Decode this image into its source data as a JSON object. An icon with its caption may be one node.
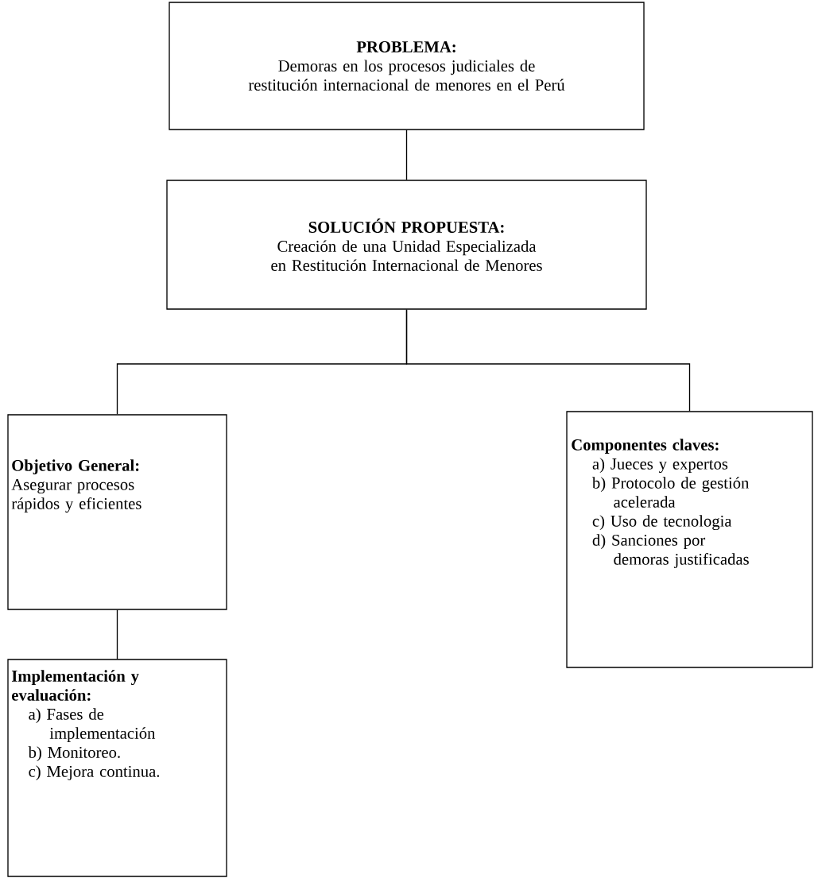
{
  "diagram": {
    "nodes": [
      {
        "text": [
          "PROBLEMA:",
          "Demoras en los procesos judiciales de restitución internacional de menores en el Perú"
        ]
      },
      {
        "text": [
          "SOLUCIÓN PROPUESTA:",
          "Creación de una Unidad Especializada en Restitución Internacional de Menores"
        ]
      },
      {
        "text": [
          "Objetivo General:",
          "Asegurar procesos rápidos y eficientes"
        ]
      },
      {
        "text": [
          "Componentes claves:",
          "a) Jueces y expertos",
          "b) Protocolo de gestión acelerada",
          "c) Uso de tecnologia",
          "d) Sanciones por demoras justificadas"
        ]
      },
      {
        "text": [
          "Implementación y evaluación:",
          "a) Fases de implementación",
          "b) Monitoreo.",
          "c) Mejora continua."
        ]
      }
    ],
    "edges": [
      {
        "from": 0,
        "to": 1,
        "arrow": "none"
      },
      {
        "from": 1,
        "to": 2,
        "arrow": "none"
      },
      {
        "from": 1,
        "to": 3,
        "arrow": "none"
      },
      {
        "from": 2,
        "to": 4,
        "arrow": "none"
      }
    ]
  }
}
